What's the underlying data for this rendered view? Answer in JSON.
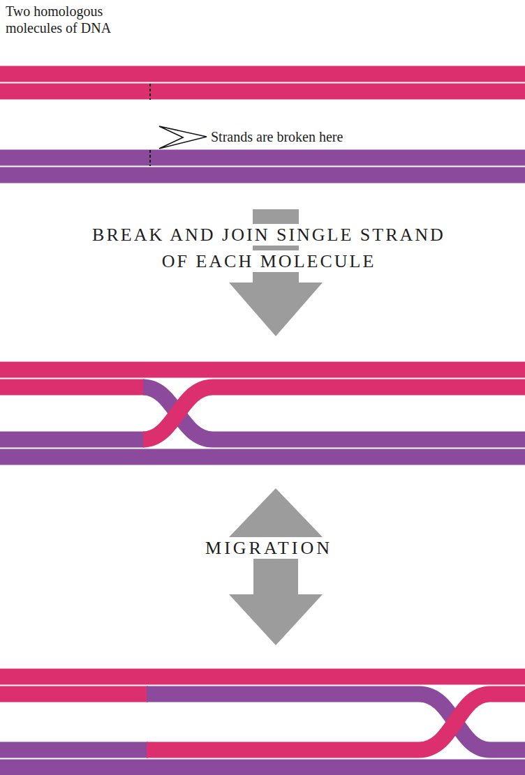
{
  "diagram": {
    "labels": [
      "Two homologous molecules of DNA",
      "Strands are broken here",
      "BREAK AND JOIN SINGLE STRAND OF EACH MOLECULE",
      "MIGRATION"
    ]
  }
}
